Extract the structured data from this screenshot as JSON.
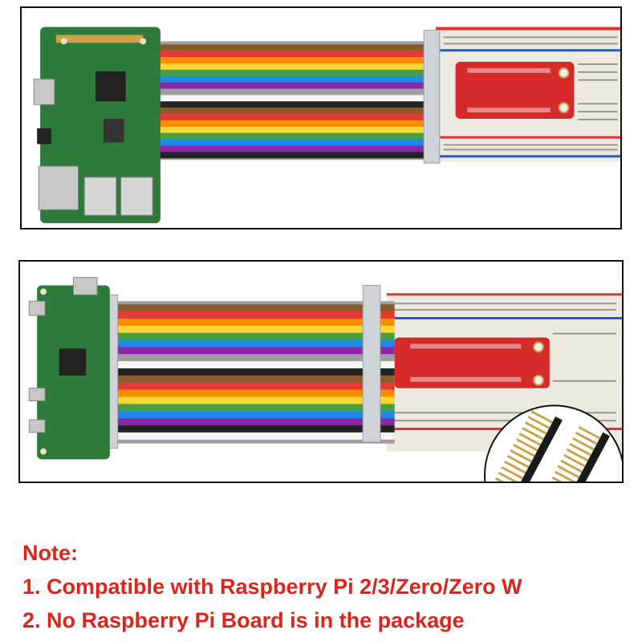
{
  "note": {
    "heading": "Note:",
    "lines": [
      "1. Compatible with Raspberry Pi 2/3/Zero/Zero W",
      "2. No Raspberry Pi Board is in the package"
    ]
  },
  "colors": {
    "note_text": "#d8261b",
    "frame_border": "#111111",
    "pcb_green": "#2d7a3a",
    "adapter_red": "#d62a2a",
    "breadboard": "#ece9e1",
    "header_gold": "#c9a24a",
    "ribbon_stripes": [
      "#8b5a2b",
      "#e53935",
      "#fb8c00",
      "#fdd835",
      "#43a047",
      "#1e88e5",
      "#8e24aa",
      "#9e9e9e",
      "#f5f5f5",
      "#222222"
    ]
  }
}
